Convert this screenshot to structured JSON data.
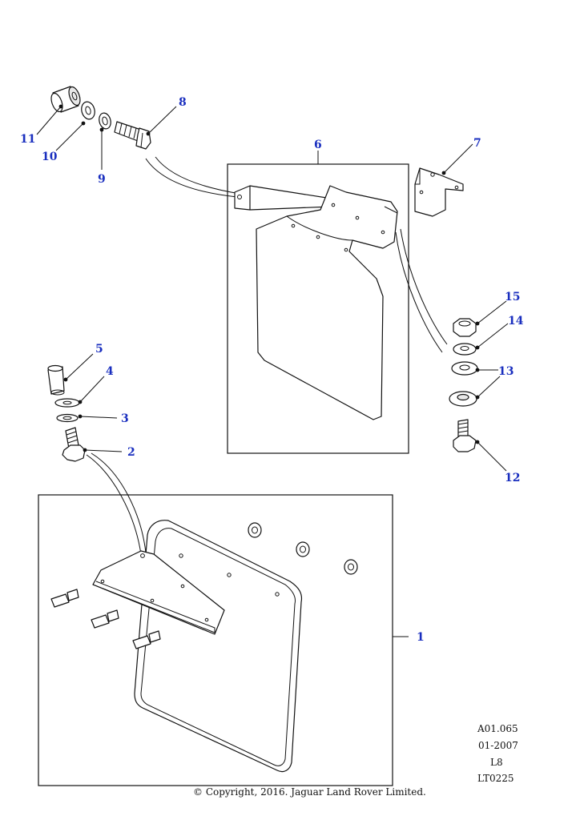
{
  "callouts": {
    "c1": "1",
    "c2": "2",
    "c3": "3",
    "c4": "4",
    "c5": "5",
    "c6": "6",
    "c7": "7",
    "c8": "8",
    "c9": "9",
    "c10": "10",
    "c11": "11",
    "c12": "12",
    "c13": "13",
    "c14": "14",
    "c15": "15"
  },
  "meta": {
    "ref": "A01.065",
    "date": "01-2007",
    "level": "L8",
    "code": "LT0225"
  },
  "copyright": "© Copyright, 2016. Jaguar Land Rover Limited.",
  "colors": {
    "callout": "#1a2fbf",
    "line": "#111111"
  }
}
